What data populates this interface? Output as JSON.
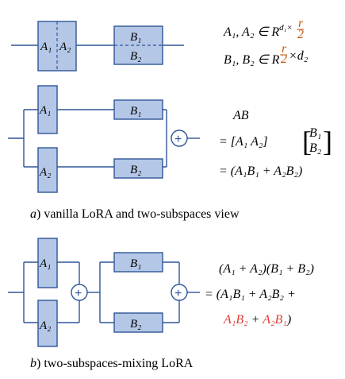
{
  "row1": {
    "block_a_left": "A₁",
    "block_a_right": "A₂",
    "block_b_top": "B₁",
    "block_b_bottom": "B₂",
    "eq_a": {
      "lhs": "A₁, A₂ ∈ R",
      "sup": "d₁×",
      "frac_num": "r",
      "frac_den": "2"
    },
    "eq_b": {
      "lhs": "B₁, B₂ ∈ R",
      "frac_num": "r",
      "frac_den": "2",
      "sup": "×d₂"
    }
  },
  "row2": {
    "a1": "A₁",
    "a2": "A₂",
    "b1": "B₁",
    "b2": "B₂",
    "plus": "+",
    "eq1": "AB",
    "eq2_prefix": "= [A₁    A₂]",
    "eq2_vec_top": "B₁",
    "eq2_vec_bottom": "B₂",
    "eq3": "= (A₁B₁ + A₂B₂)"
  },
  "caption_a": {
    "letter": "a",
    "text": ") vanilla LoRA and two-subspaces view"
  },
  "row3": {
    "a1": "A₁",
    "a2": "A₂",
    "b1": "B₁",
    "b2": "B₂",
    "plus_left": "+",
    "plus_right": "+",
    "eq1": "(A₁ + A₂)(B₁ + B₂)",
    "eq2": "= (A₁B₁ + A₂B₂ +",
    "eq3_term1": "A₁B₂",
    "eq3_mid": " + ",
    "eq3_term2": "A₂B₁",
    "eq3_end": ")"
  },
  "caption_b": {
    "letter": "b",
    "text": ") two-subspaces-mixing LoRA"
  },
  "colors": {
    "block_fill": "#b4c7e7",
    "line": "#2f5597",
    "highlight_red": "#e03c31",
    "highlight_orange": "#c55a11"
  }
}
